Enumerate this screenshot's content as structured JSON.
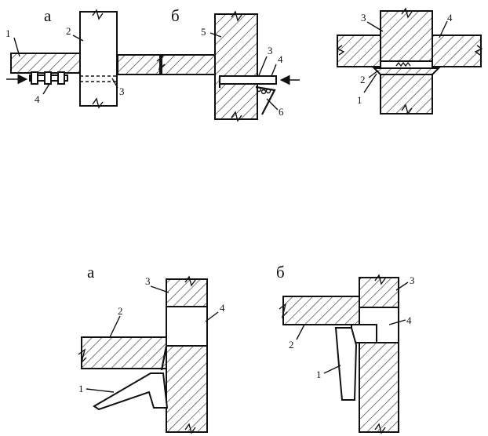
{
  "fig_top": {
    "a": {
      "letter": "а",
      "n1": "1",
      "n2": "2",
      "n3": "3",
      "n4": "4"
    },
    "b": {
      "letter": "б",
      "n3": "3",
      "n4": "4",
      "n5": "5",
      "n6": "6"
    },
    "c": {
      "n1": "1",
      "n2": "2",
      "n3": "3",
      "n4": "4"
    }
  },
  "fig_bottom": {
    "a": {
      "letter": "а",
      "n1": "1",
      "n2": "2",
      "n3": "3",
      "n4": "4"
    },
    "b": {
      "letter": "б",
      "n1": "1",
      "n2": "2",
      "n3": "3",
      "n4": "4"
    }
  }
}
